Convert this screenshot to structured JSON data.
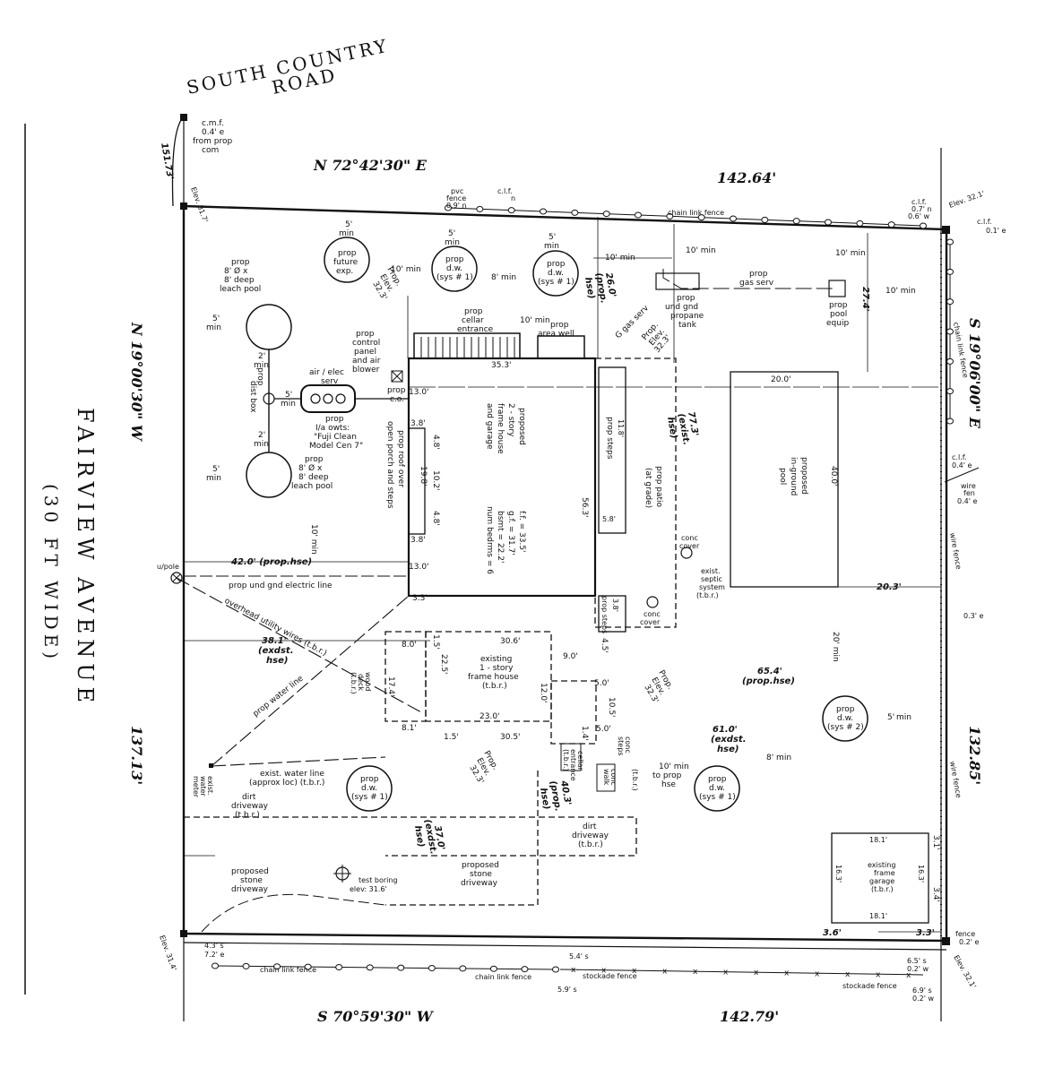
{
  "roads": {
    "south_country_road_1": "SOUTH COUNTRY",
    "south_country_road_2": "ROAD",
    "fairview_avenue": "FAIRVIEW AVENUE",
    "fairview_width": "(30 FT WIDE)"
  },
  "bearings": {
    "north": "N 72°42'30\" E",
    "north_dist": "142.64'",
    "south": "S 70°59'30\" W",
    "south_dist": "142.79'",
    "west": "N 19°00'30\" W",
    "west_dist": "137.13'",
    "east": "S 19°06'00\" E",
    "east_dist": "132.85'"
  },
  "corners": {
    "cmf_1": "c.m.f.",
    "cmf_2": "0.4' e",
    "cmf_3": "from prop",
    "cmf_4": "com",
    "arc_dist": "151.73'",
    "elev_nw": "Elev. 31.7'",
    "elev_ne": "Elev. 32.1'",
    "clf_ne_1": "c.l.f.",
    "clf_ne_2": "0.7' n",
    "clf_ne_3": "0.6' w",
    "clf_ne_4": "c.l.f.",
    "clf_ne_5": "0.1' e",
    "elev_sw": "Elev. 31.4'",
    "elev_se": "Elev. 32.1'",
    "fence_se_1": "fence",
    "fence_se_2": "0.2' e",
    "sw_off_1": "4.3' s",
    "sw_off_2": "7.2' e",
    "off_54": "5.4' s",
    "off_59": "5.9' s",
    "off_65_1": "6.5' s",
    "off_65_2": "0.2' w",
    "off_69_1": "6.9' s",
    "off_69_2": "0.2' w",
    "uwpole": "u/pole"
  },
  "fences": {
    "pvc_1": "pvc",
    "pvc_2": "fence",
    "pvc_3": "0.9' n",
    "clf_top_1": "c.l.f.",
    "clf_top_2": "n",
    "chain_top": "chain link fence",
    "chain_east": "chain link fence",
    "chain_sw": "chain link fence",
    "chain_s": "chain link fence",
    "stockade_1": "stockade fence",
    "stockade_2": "stockade fence",
    "wire_fence_1": "wire fence",
    "wire_fence_2": "wire fence",
    "clf_east_1": "c.l.f.",
    "clf_east_2": "0.4' e",
    "wire_fen_1": "wire",
    "wire_fen_2": "fen",
    "wire_fen_3": "0.4' e"
  },
  "septic": {
    "leach_top_1": "prop",
    "leach_top_2": "8' Ø x",
    "leach_top_3": "8' deep",
    "leach_top_4": "leach pool",
    "leach_bot_1": "prop",
    "leach_bot_2": "8' Ø x",
    "leach_bot_3": "8' deep",
    "leach_bot_4": "leach pool",
    "dist_1": "prop",
    "dist_2": "dist box",
    "owts_1": "prop",
    "owts_2": "I/a owts:",
    "owts_3": "\"Fuji Clean",
    "owts_4": "Model Cen 7\"",
    "air_elec_1": "air / elec",
    "air_elec_2": "serv",
    "control_1": "prop",
    "control_2": "control",
    "control_3": "panel",
    "control_4": "and air",
    "control_5": "blower",
    "prop_co_1": "prop",
    "prop_co_2": "c.o.",
    "future_1": "prop",
    "future_2": "future",
    "future_3": "exp."
  },
  "drywells": {
    "dw1_1": "prop",
    "dw1_2": "d.w.",
    "dw1_3": "(sys # 1)",
    "dw2_1": "prop",
    "dw2_2": "d.w.",
    "dw2_3": "(sys # 1)",
    "dw3_1": "prop",
    "dw3_2": "d.w.",
    "dw3_3": "(sys # 1)",
    "dw4_1": "prop",
    "dw4_2": "d.w.",
    "dw4_3": "(sys # 1)",
    "dw5_1": "prop",
    "dw5_2": "d.w.",
    "dw5_3": "(sys # 2)"
  },
  "house": {
    "cellar_1": "prop",
    "cellar_2": "cellar",
    "cellar_3": "entrance",
    "areawell_1": "prop",
    "areawell_2": "area well",
    "width_top": "35.3'",
    "desc_1": "proposed",
    "desc_2": "2 - story",
    "desc_3": "frame house",
    "desc_4": "and garage",
    "ff": "f.f. = 33.5'",
    "gf": "g.f. = 31.7'",
    "bsmt": "bsmt = 22.2'",
    "bedrms": "num bedrms = 6",
    "depth": "56.3'",
    "porch_1": "prop roof over",
    "porch_2": "open porch and steps",
    "d48a": "4.8'",
    "d102": "10.2'",
    "d198": "19.8'",
    "d48b": "4.8'",
    "d38a": "3.8'",
    "d38b": "3.8'",
    "d130a": "13.0'",
    "d130b": "13.0'",
    "d33": "3.3'",
    "steps_1": "prop steps",
    "steps_2": "11.8'",
    "steps_3": "5.8'",
    "steps_sm": "prop steps",
    "steps_sm_2": "3.8'",
    "prop_elev_1": "Prop.",
    "prop_elev_2": "Elev.",
    "prop_elev_3": "32.3'",
    "prop_elev_top_1": "Prop.",
    "prop_elev_top_2": "Elev.",
    "prop_elev_top_3": "32.3'",
    "prop_elev_mid_1": "Prop.",
    "prop_elev_mid_2": "Elev.",
    "prop_elev_mid_3": "32.3'",
    "prop_elev_bot_1": "Prop.",
    "prop_elev_bot_2": "Elev.",
    "prop_elev_bot_3": "32.3'",
    "hse_260_1": "26.0'",
    "hse_260_2": "(prop.",
    "hse_260_3": "hse)",
    "hse_773_1": "77.3'",
    "hse_773_2": "(exist.",
    "hse_773_3": "hse)",
    "hse_420": "42.0' (prop.hse)",
    "patio_1": "prop patio",
    "patio_2": "(at grade)"
  },
  "existing": {
    "house_1": "existing",
    "house_2": "1 - story",
    "house_3": "frame house",
    "house_4": "(t.b.r.)",
    "d306a": "30.6'",
    "d306b": "30.5'",
    "d230": "23.0'",
    "d225": "22.5'",
    "d15a": "1.5'",
    "d15b": "1.5'",
    "d120": "12.0'",
    "d90": "9.0'",
    "d45": "4.5'",
    "d80": "8.0'",
    "d81": "8.1'",
    "d174": "17.4'",
    "d50a": "5.0'",
    "d50b": "5.0'",
    "d105": "10.5'",
    "d14": "1.4'",
    "deck_1": "wood",
    "deck_2": "deck",
    "deck_3": "(t.b.r.)",
    "cellar_1": "cellar",
    "cellar_2": "entrance",
    "cellar_3": "(t.b.r.)",
    "conc_steps_1": "conc",
    "conc_steps_2": "steps",
    "conc_walk_1": "conc",
    "conc_walk_2": "walk",
    "conc_walk_3": "(t.b.r.)",
    "hse_381_1": "38.1'",
    "hse_381_2": "(exdst.",
    "hse_381_3": "hse)",
    "hse_370_1": "37.0'",
    "hse_370_2": "(exdst.",
    "hse_370_3": "hse)",
    "hse_403_1": "40.3'",
    "hse_403_2": "(prop.",
    "hse_403_3": "hse)",
    "hse_654_1": "65.4'",
    "hse_654_2": "(prop.hse)",
    "hse_610_1": "61.0'",
    "hse_610_2": "(exdst.",
    "hse_610_3": "hse)",
    "septic_1": "exist.",
    "septic_2": "septic",
    "septic_3": "system",
    "septic_4": "(t.b.r.)",
    "conc_cover_1": "conc",
    "conc_cover_2": "cover",
    "conc_cover_3": "conc",
    "conc_cover_4": "cover",
    "garage_1": "existing",
    "garage_2": "frame",
    "garage_3": "garage",
    "garage_4": "(t.b.r.)",
    "g181a": "18.1'",
    "g181b": "18.1'",
    "g163a": "16.3'",
    "g163b": "16.3'",
    "d31": "3.1'",
    "d34": "3.4'",
    "d36": "3.6'",
    "d33b": "3.3'",
    "d03": "0.3' e"
  },
  "pool": {
    "desc_1": "proposed",
    "desc_2": "in-ground",
    "desc_3": "pool",
    "w": "20.0'",
    "l": "40.0'",
    "d203": "20.3'",
    "d274": "27.4'",
    "equip_1": "prop",
    "equip_2": "pool",
    "equip_3": "equip",
    "gas_1": "prop",
    "gas_2": "gas serv",
    "gas_3": "G gas serv",
    "tank_1": "prop",
    "tank_2": "und gnd",
    "tank_3": "propane",
    "tank_4": "tank"
  },
  "utilities": {
    "elec_line": "prop und gnd electric line",
    "overhead": "overhead utility wires (t.b.r.)",
    "water_line": "prop water line",
    "exist_water_1": "exist. water line",
    "exist_water_2": "(approx loc) (t.b.r.)",
    "meter_1": "exist.",
    "meter_2": "water",
    "meter_3": "meter"
  },
  "site": {
    "dirt_1": "dirt",
    "dirt_2": "driveway",
    "dirt_3": "(t.b.r.)",
    "dirt_4": "dirt",
    "dirt_5": "driveway",
    "dirt_6": "(t.b.r.)",
    "stone_1": "proposed",
    "stone_2": "stone",
    "stone_3": "driveway",
    "stone_4": "proposed",
    "stone_5": "stone",
    "stone_6": "driveway",
    "boring_1": "test boring",
    "boring_2": "elev: 31.6'"
  },
  "setbacks": {
    "min_5": "5'",
    "min_word": "min",
    "min_10": "10' min",
    "min_8": "8' min",
    "min_2": "2'",
    "min_20": "20' min",
    "min_10b": "10' min",
    "to_prop_hse_1": "10' min",
    "to_prop_hse_2": "to prop",
    "to_prop_hse_3": "hse"
  }
}
